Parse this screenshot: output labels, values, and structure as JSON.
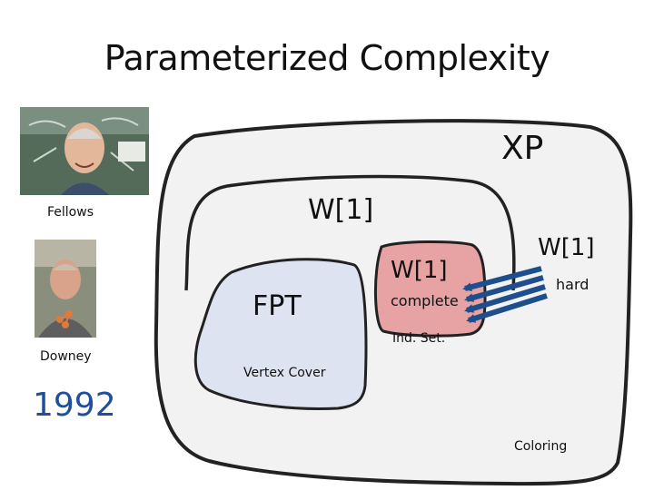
{
  "title": "Parameterized Complexity",
  "regions": {
    "xp": "XP",
    "w1_outer": "W[1]",
    "fpt": "FPT",
    "w1_complete_title": "W[1]",
    "w1_complete_sub": "complete",
    "w1_hard_title": "W[1]",
    "w1_hard_sub": "hard"
  },
  "problems": {
    "vertex_cover": "Vertex Cover",
    "ind_set": "Ind. Set.",
    "coloring": "Coloring"
  },
  "people": {
    "fellows": "Fellows",
    "downey": "Downey"
  },
  "year": "1992",
  "colors": {
    "xp_fill": "#f2f2f2",
    "fpt_fill": "#dde3f0",
    "complete_fill": "#e7a3a3",
    "arrow": "#1f4e8c",
    "year": "#1f4e9c"
  }
}
